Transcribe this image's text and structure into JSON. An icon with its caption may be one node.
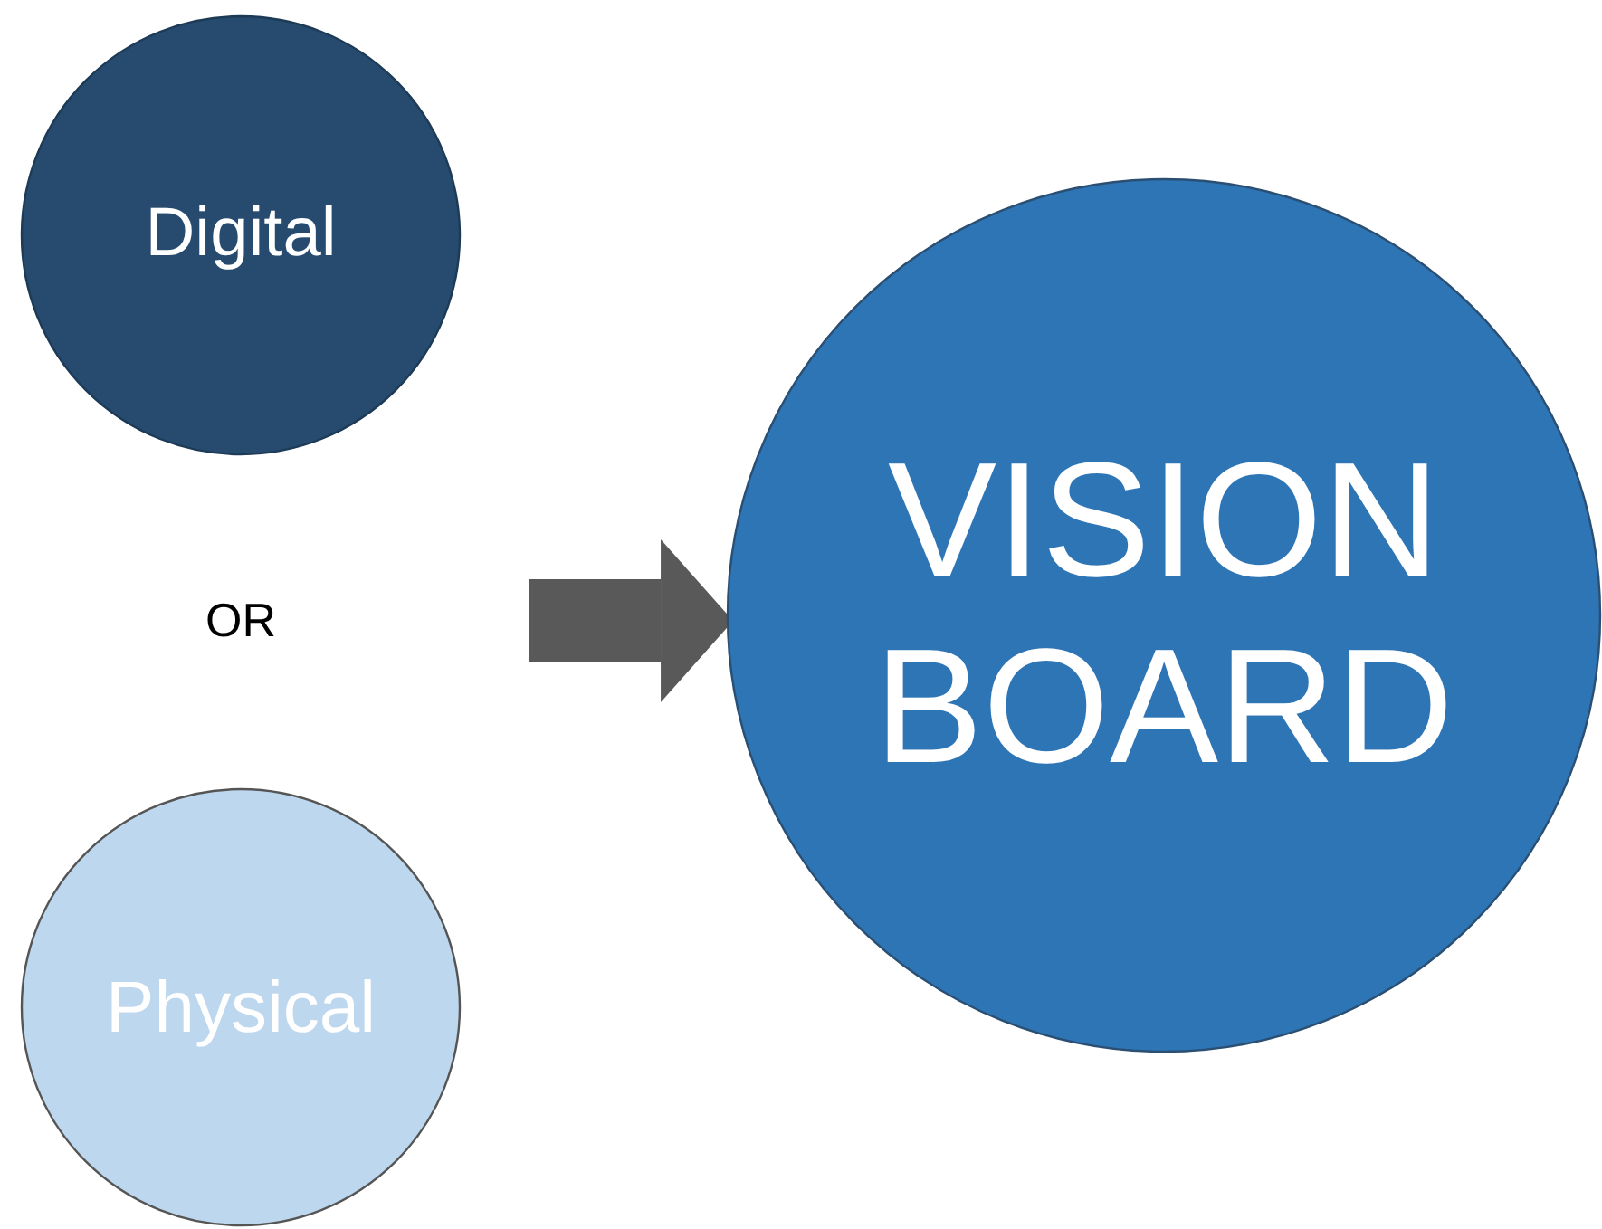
{
  "diagram": {
    "nodes": [
      {
        "text": [
          "Digital"
        ]
      },
      {
        "text": [
          "Physical"
        ]
      },
      {
        "text": [
          "VISION BOARD"
        ]
      }
    ],
    "edges": [
      {
        "from": null,
        "to": 2,
        "arrow": "to"
      }
    ],
    "labels": [
      "OR"
    ]
  }
}
